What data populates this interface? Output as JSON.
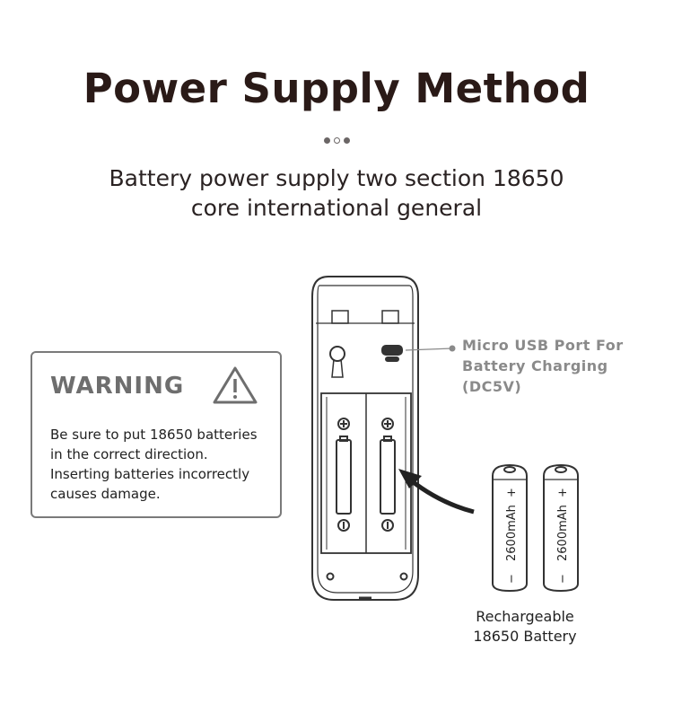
{
  "header": {
    "title": "Power Supply Method",
    "subtitle_line1": "Battery power supply two section 18650",
    "subtitle_line2": "core international general"
  },
  "warning": {
    "title": "WARNING",
    "line1": "Be sure to put 18650 batteries",
    "line2": "in the correct direction.",
    "line3": "Inserting batteries incorrectly",
    "line4": "causes damage."
  },
  "usb_port": {
    "line1": "Micro USB Port For",
    "line2": "Battery Charging",
    "line3": "(DC5V)"
  },
  "battery": {
    "capacity": "2600mAh",
    "plus": "+",
    "minus": "−",
    "label_line1": "Rechargeable",
    "label_line2": "18650 Battery"
  },
  "colors": {
    "title": "#2a1a17",
    "line_art": "#333333",
    "gray_text": "#8a8a8a"
  }
}
